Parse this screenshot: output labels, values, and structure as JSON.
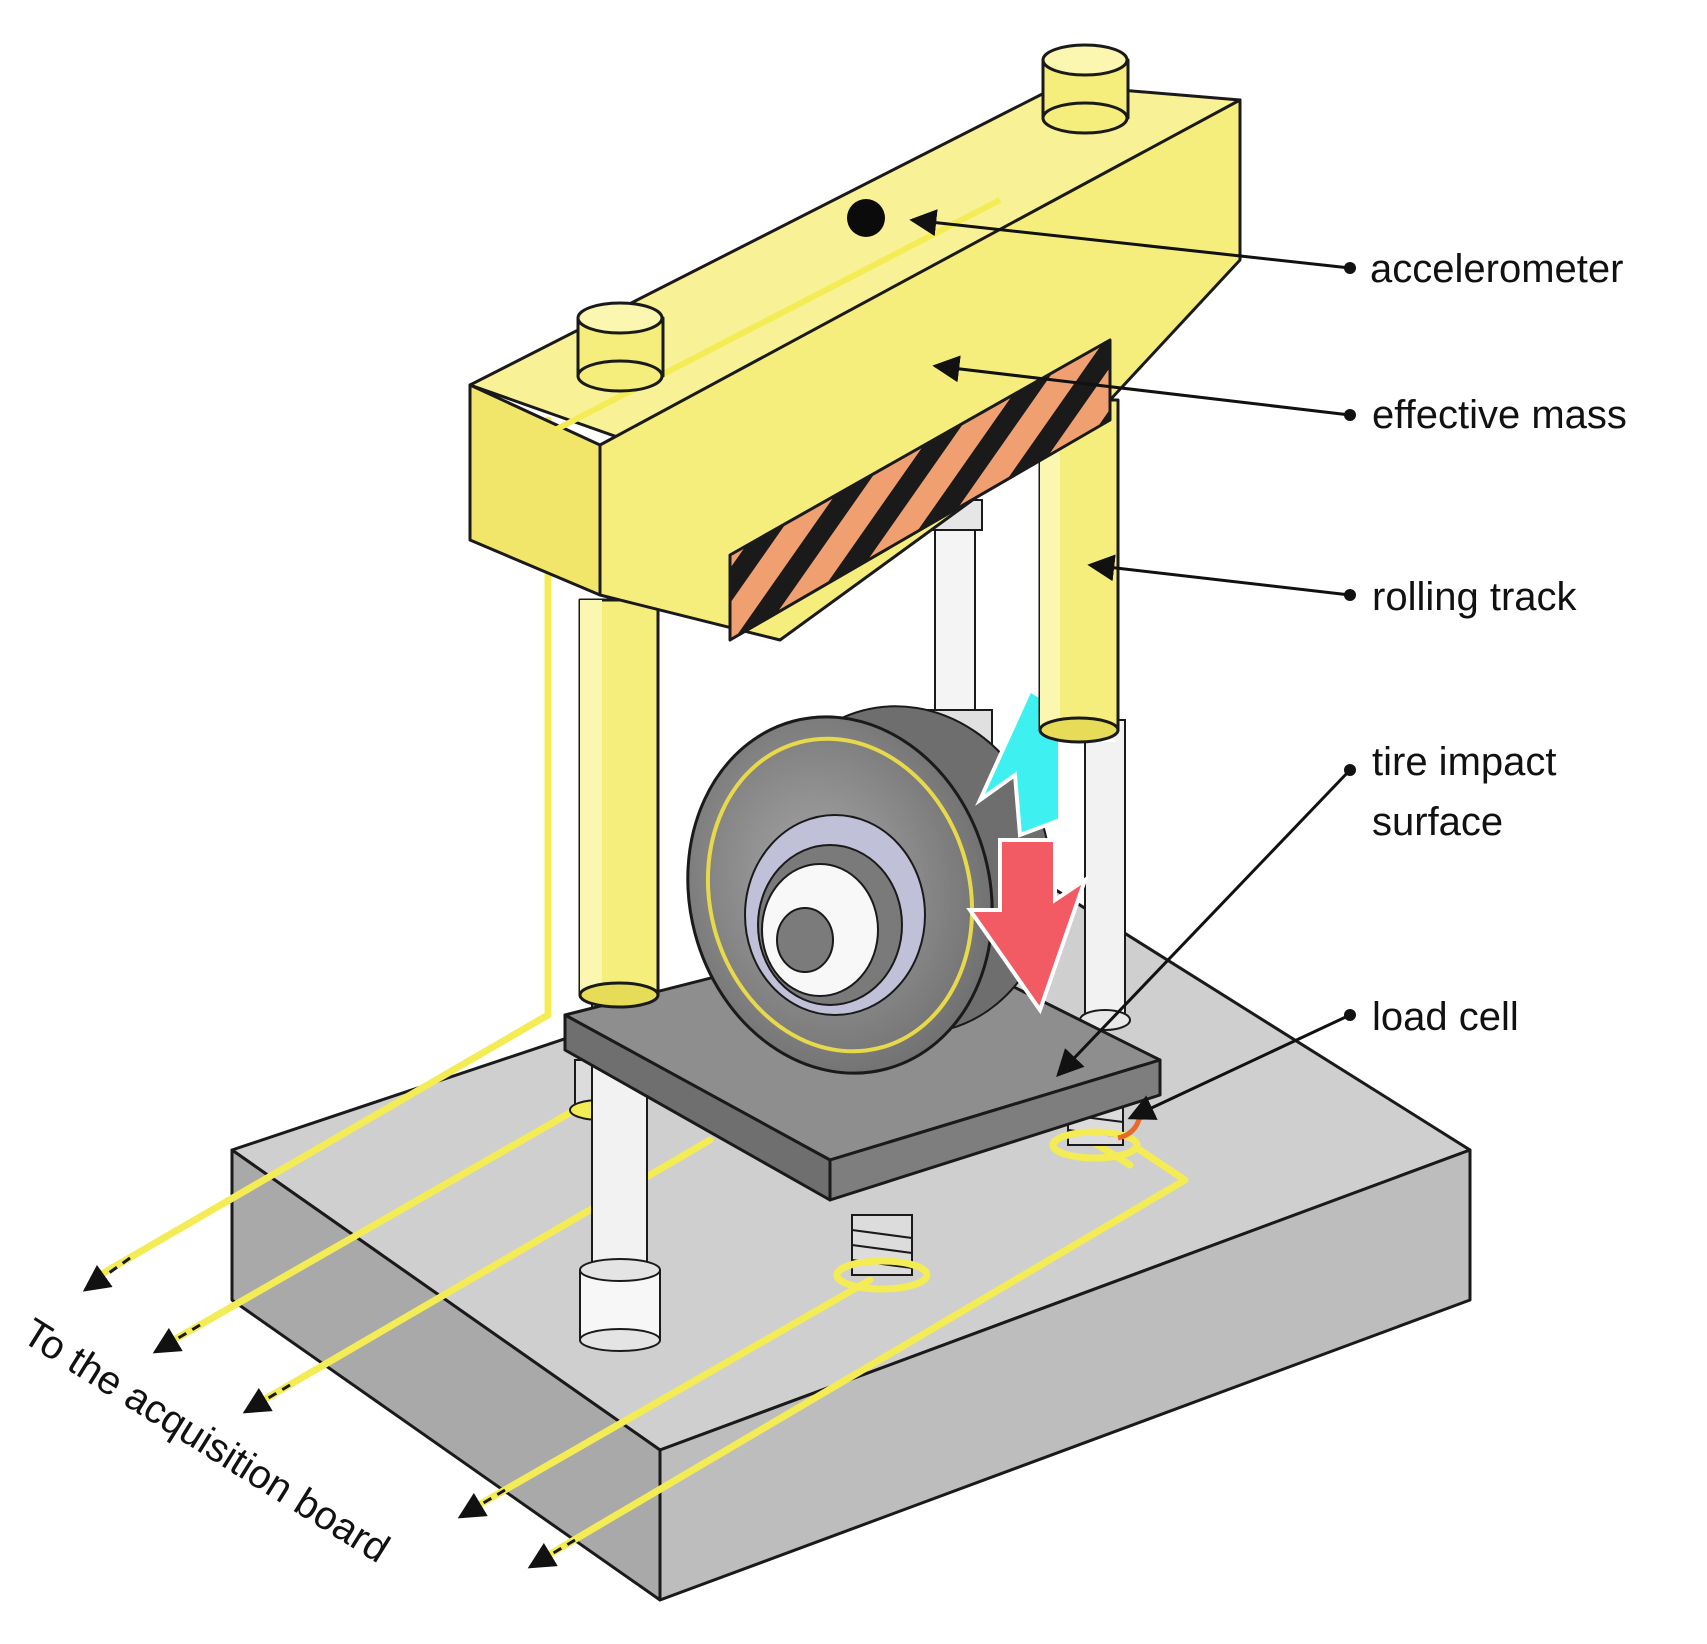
{
  "labels": {
    "accelerometer": "accelerometer",
    "effective_mass": "effective mass",
    "rolling_track": "rolling track",
    "tire_impact_surface_line1": "tire impact",
    "tire_impact_surface_line2": "surface",
    "load_cell": "load cell",
    "acquisition": "To the acquisition board"
  },
  "colors": {
    "frame_yellow": "#f6ee7c",
    "frame_yellow_dark": "#e6dc58",
    "frame_yellow_light": "#fbf6b0",
    "base_gray": "#c4c4c4",
    "plate_gray": "#8e8e8e",
    "tire_gray": "#8a8a8a",
    "hazard_orange": "#f0a070",
    "arrow_up_cyan": "#3ef0f0",
    "arrow_down_red": "#f25a64",
    "wire_yellow": "#f4ec55"
  }
}
